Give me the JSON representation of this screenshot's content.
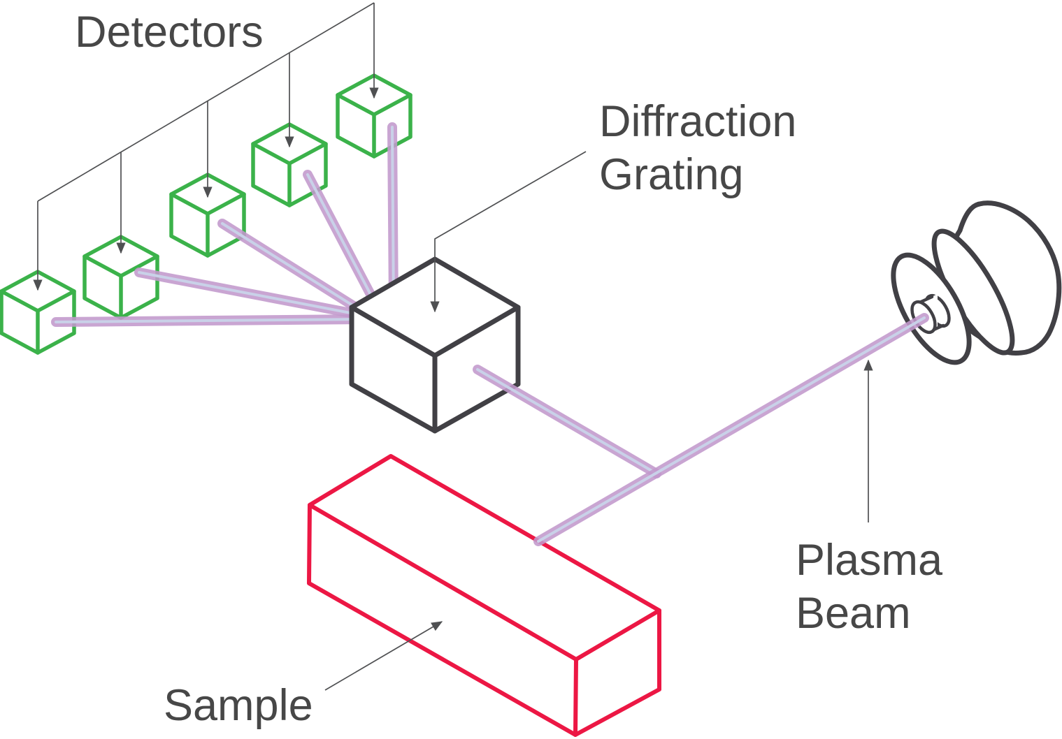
{
  "diagram": {
    "title_context": "Optical emission spectroscopy schematic",
    "labels": {
      "detectors": "Detectors",
      "diffraction_line1": "Diffraction",
      "diffraction_line2": "Grating",
      "plasma_line1": "Plasma",
      "plasma_line2": "Beam",
      "sample": "Sample"
    },
    "components": {
      "detector_count": 5,
      "detector_shape": "green wireframe cube",
      "grating_shape": "dark wireframe cube",
      "sample_shape": "red wireframe bar",
      "source_shape": "dark cylinder assembly with nozzle",
      "beam_shape": "purple beam with pale core"
    },
    "colors": {
      "detector_green": "#3bb24a",
      "sample_red": "#ec1744",
      "outline_dark": "#414045",
      "leader_gray": "#4f5052",
      "text_gray": "#474747",
      "beam_outer": "#c299cc",
      "beam_core": "#c9d1e8",
      "background": "#ffffff"
    }
  }
}
